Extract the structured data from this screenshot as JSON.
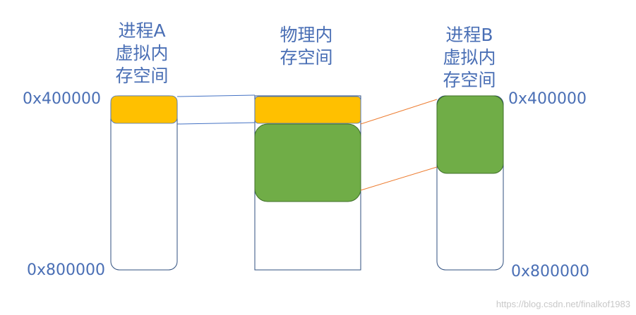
{
  "process_a": {
    "title_line1": "进程A",
    "title_line2": "虚拟内",
    "title_line3": "存空间",
    "addr_top": "0x400000",
    "addr_bottom": "0x800000"
  },
  "physical": {
    "title_line1": "物理内",
    "title_line2": "存空间"
  },
  "process_b": {
    "title_line1": "进程B",
    "title_line2": "虚拟内",
    "title_line3": "存空间",
    "addr_top": "0x400000",
    "addr_bottom": "0x800000"
  },
  "colors": {
    "orange": "#ffc000",
    "green": "#70ad47",
    "outline": "#2f4f7f",
    "connector_blue": "#4472c4",
    "connector_orange": "#ed7d31"
  },
  "watermark": "https://blog.csdn.net/finalkof1983"
}
